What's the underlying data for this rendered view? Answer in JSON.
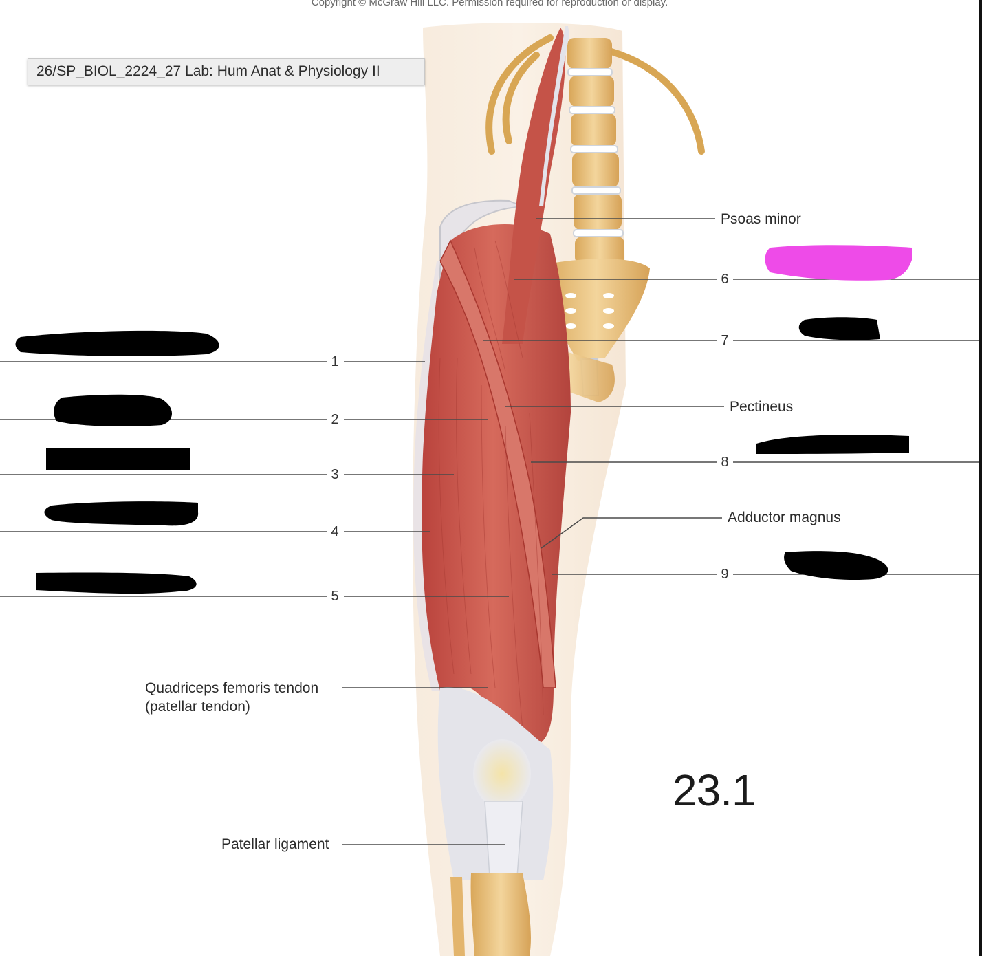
{
  "copyright_notice": "Copyright © McGraw Hill LLC. Permission required for reproduction or display.",
  "course_tooltip": "26/SP_BIOL_2224_27 Lab: Hum Anat & Physiology II",
  "labels": {
    "psoas_minor": "Psoas minor",
    "pectineus": "Pectineus",
    "adductor_magnus": "Adductor magnus",
    "quadriceps_tendon_line1": "Quadriceps femoris tendon",
    "quadriceps_tendon_line2": "(patellar tendon)",
    "patellar_ligament": "Patellar ligament"
  },
  "numbers": {
    "n1": "1",
    "n2": "2",
    "n3": "3",
    "n4": "4",
    "n5": "5",
    "n6": "6",
    "n7": "7",
    "n8": "8",
    "n9": "9"
  },
  "figure_number": "23.1",
  "colors": {
    "muscle": "#c9534a",
    "bone": "#e8c07a",
    "tendon": "#e6e6ea",
    "redaction_black": "#000000",
    "redaction_pink": "#ee4be8"
  }
}
